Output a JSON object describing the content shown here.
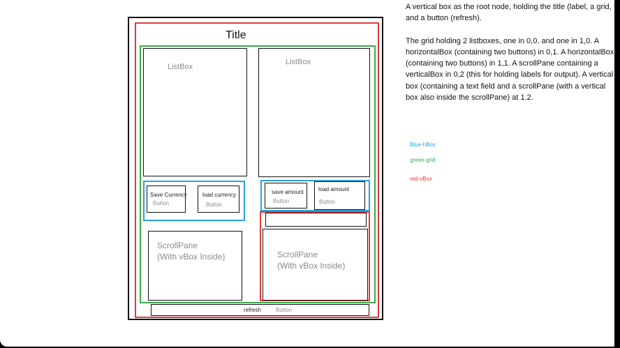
{
  "wireframe": {
    "title": "Title",
    "listbox_label": "ListBox",
    "button_word": "Button",
    "buttons": {
      "save_currency": "Save Currency",
      "load_currency": "load currency",
      "save_amount": "save amount",
      "load_amount": "load amount",
      "refresh": "refresh"
    },
    "scrollpane_label_1": "ScrollPane",
    "scrollpane_label_2": "(With vBox Inside)"
  },
  "notes": {
    "paragraph_1": "A vertical box as the root node, holding the title (label, a grid, and a button (refresh).",
    "paragraph_2": "The grid holding 2 listboxes, one in 0,0, and one in 1,0. A horizontalBox (containing two buttons) in 0,1. A horizontalBox (containing two buttons) in 1,1. A scrollPane containing a verticalBox in 0,2 (this for holding labels for output). A vertical box (containing a text field and a scrollPane (with a vertical box also inside the scrollPane) at 1.2."
  },
  "legend": {
    "blue": "Blue-hBox",
    "green": "green-grid",
    "red": "red-vBox"
  },
  "colors": {
    "hbox": "#2aa0e0",
    "grid": "#3aaa4a",
    "vbox": "#e03a3a",
    "background": "#000000"
  }
}
